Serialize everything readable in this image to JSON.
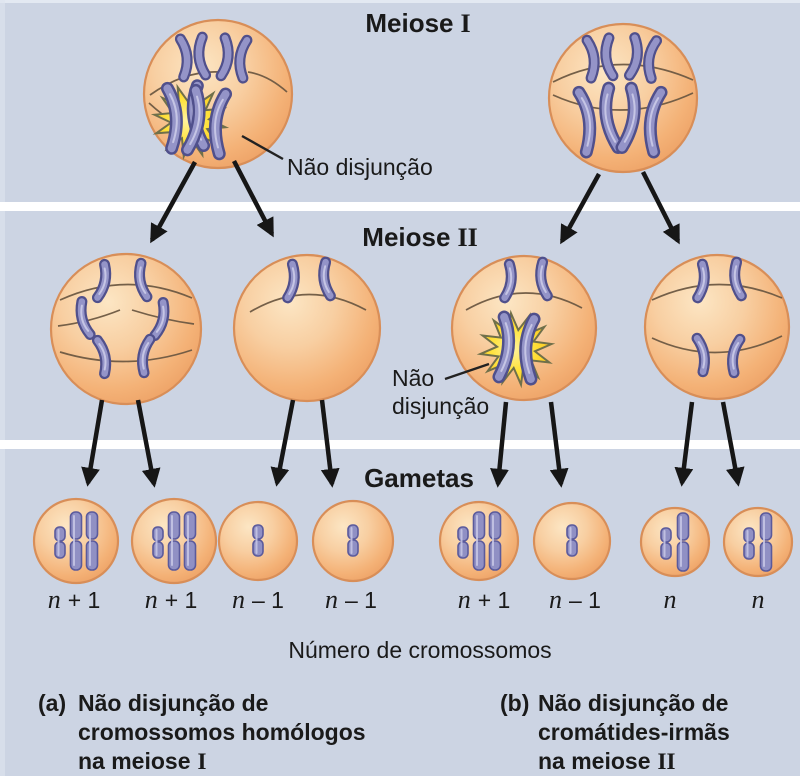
{
  "colors": {
    "background": "#ccd4e3",
    "divider": "#ffffff",
    "cell_fill": "#f6c496",
    "cell_border": "#d88e58",
    "chromosome": "#9494c8",
    "chromosome_outline": "#50508c",
    "starburst_fill": "#ffd928",
    "starburst_outline": "#70704a",
    "spindle": "#6d5942",
    "arrow": "#161616",
    "text": "#1a1a1a"
  },
  "headers": {
    "meiose1": {
      "text": "Meiose",
      "numeral": "I"
    },
    "meiose2": {
      "text": "Meiose",
      "numeral": "II"
    },
    "gametas": "Gametas"
  },
  "annotations": {
    "nondisjunction1": "Não disjunção",
    "nondisjunction2_line1": "Não",
    "nondisjunction2_line2": "disjunção",
    "chromosome_number": "Número de cromossomos"
  },
  "gametes": [
    {
      "italic": "n",
      "rest": "+ 1"
    },
    {
      "italic": "n",
      "rest": "+ 1"
    },
    {
      "italic": "n",
      "rest": "– 1"
    },
    {
      "italic": "n",
      "rest": "– 1"
    },
    {
      "italic": "n",
      "rest": "+ 1"
    },
    {
      "italic": "n",
      "rest": "– 1"
    },
    {
      "italic": "n",
      "rest": ""
    },
    {
      "italic": "n",
      "rest": ""
    }
  ],
  "captions": {
    "a": {
      "tag": "(a)",
      "line1": "Não disjunção de",
      "line2": "cromossomos homólogos",
      "line3": "na meiose",
      "line3_numeral": "I"
    },
    "b": {
      "tag": "(b)",
      "line1": "Não disjunção de",
      "line2": "cromátides-irmãs",
      "line3": "na meiose",
      "line3_numeral": "II"
    }
  }
}
